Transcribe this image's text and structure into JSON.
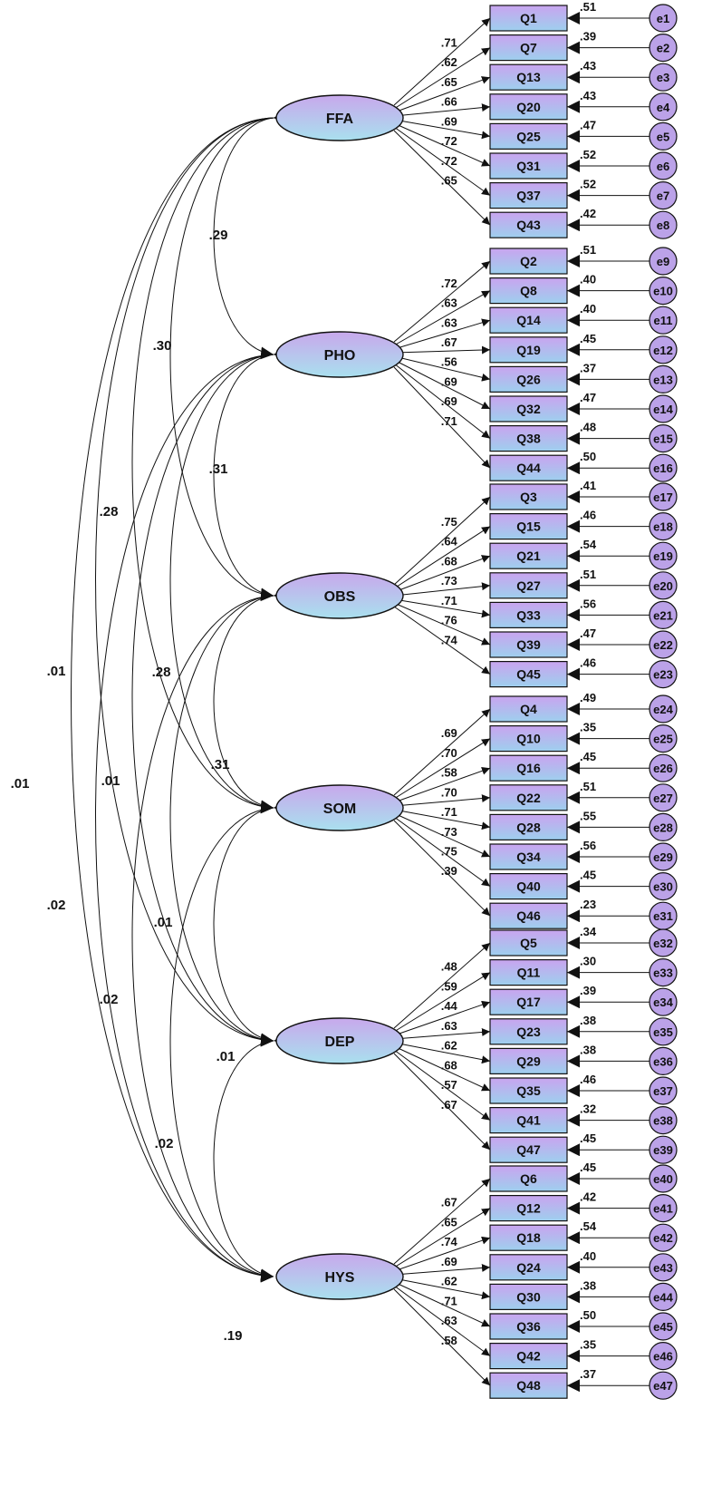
{
  "colors": {
    "ellipse_top": "#c8a8ec",
    "ellipse_bottom": "#a9e0ee",
    "box_top": "#c9a4ef",
    "box_bottom": "#9ecfee",
    "error_fill": "#bba2e8",
    "stroke": "#111111"
  },
  "factors": [
    {
      "name": "FFA",
      "items": [
        {
          "q": "Q1",
          "loading": ".71",
          "err": "e1",
          "r2": ".51"
        },
        {
          "q": "Q7",
          "loading": ".62",
          "err": "e2",
          "r2": ".39"
        },
        {
          "q": "Q13",
          "loading": ".65",
          "err": "e3",
          "r2": ".43"
        },
        {
          "q": "Q20",
          "loading": ".66",
          "err": "e4",
          "r2": ".43"
        },
        {
          "q": "Q25",
          "loading": ".69",
          "err": "e5",
          "r2": ".47"
        },
        {
          "q": "Q31",
          "loading": ".72",
          "err": "e6",
          "r2": ".52"
        },
        {
          "q": "Q37",
          "loading": ".72",
          "err": "e7",
          "r2": ".52"
        },
        {
          "q": "Q43",
          "loading": ".65",
          "err": "e8",
          "r2": ".42"
        }
      ]
    },
    {
      "name": "PHO",
      "items": [
        {
          "q": "Q2",
          "loading": ".72",
          "err": "e9",
          "r2": ".51"
        },
        {
          "q": "Q8",
          "loading": ".63",
          "err": "e10",
          "r2": ".40"
        },
        {
          "q": "Q14",
          "loading": ".63",
          "err": "e11",
          "r2": ".40"
        },
        {
          "q": "Q19",
          "loading": ".67",
          "err": "e12",
          "r2": ".45"
        },
        {
          "q": "Q26",
          "loading": ".56",
          "err": "e13",
          "r2": ".37"
        },
        {
          "q": "Q32",
          "loading": ".69",
          "err": "e14",
          "r2": ".47"
        },
        {
          "q": "Q38",
          "loading": ".69",
          "err": "e15",
          "r2": ".48"
        },
        {
          "q": "Q44",
          "loading": ".71",
          "err": "e16",
          "r2": ".50"
        }
      ]
    },
    {
      "name": "OBS",
      "items": [
        {
          "q": "Q3",
          "loading": ".75",
          "err": "e17",
          "r2": ".41"
        },
        {
          "q": "Q15",
          "loading": ".64",
          "err": "e18",
          "r2": ".46"
        },
        {
          "q": "Q21",
          "loading": ".68",
          "err": "e19",
          "r2": ".54"
        },
        {
          "q": "Q27",
          "loading": ".73",
          "err": "e20",
          "r2": ".51"
        },
        {
          "q": "Q33",
          "loading": ".71",
          "err": "e21",
          "r2": ".56"
        },
        {
          "q": "Q39",
          "loading": ".76",
          "err": "e22",
          "r2": ".47"
        },
        {
          "q": "Q45",
          "loading": ".74",
          "err": "e23",
          "r2": ".46"
        }
      ]
    },
    {
      "name": "SOM",
      "items": [
        {
          "q": "Q4",
          "loading": ".69",
          "err": "e24",
          "r2": ".49"
        },
        {
          "q": "Q10",
          "loading": ".70",
          "err": "e25",
          "r2": ".35"
        },
        {
          "q": "Q16",
          "loading": ".58",
          "err": "e26",
          "r2": ".45"
        },
        {
          "q": "Q22",
          "loading": ".70",
          "err": "e27",
          "r2": ".51"
        },
        {
          "q": "Q28",
          "loading": ".71",
          "err": "e28",
          "r2": ".55"
        },
        {
          "q": "Q34",
          "loading": ".73",
          "err": "e29",
          "r2": ".56"
        },
        {
          "q": "Q40",
          "loading": ".75",
          "err": "e30",
          "r2": ".45"
        },
        {
          "q": "Q46",
          "loading": ".39",
          "err": "e31",
          "r2": ".23"
        }
      ]
    },
    {
      "name": "DEP",
      "items": [
        {
          "q": "Q5",
          "loading": ".48",
          "err": "e32",
          "r2": ".34"
        },
        {
          "q": "Q11",
          "loading": ".59",
          "err": "e33",
          "r2": ".30"
        },
        {
          "q": "Q17",
          "loading": ".44",
          "err": "e34",
          "r2": ".39"
        },
        {
          "q": "Q23",
          "loading": ".63",
          "err": "e35",
          "r2": ".38"
        },
        {
          "q": "Q29",
          "loading": ".62",
          "err": "e36",
          "r2": ".38"
        },
        {
          "q": "Q35",
          "loading": ".68",
          "err": "e37",
          "r2": ".46"
        },
        {
          "q": "Q41",
          "loading": ".57",
          "err": "e38",
          "r2": ".32"
        },
        {
          "q": "Q47",
          "loading": ".67",
          "err": "e39",
          "r2": ".45"
        }
      ]
    },
    {
      "name": "HYS",
      "items": [
        {
          "q": "Q6",
          "loading": ".67",
          "err": "e40",
          "r2": ".45"
        },
        {
          "q": "Q12",
          "loading": ".65",
          "err": "e41",
          "r2": ".42"
        },
        {
          "q": "Q18",
          "loading": ".74",
          "err": "e42",
          "r2": ".54"
        },
        {
          "q": "Q24",
          "loading": ".69",
          "err": "e43",
          "r2": ".40"
        },
        {
          "q": "Q30",
          "loading": ".62",
          "err": "e44",
          "r2": ".38"
        },
        {
          "q": "Q36",
          "loading": ".71",
          "err": "e45",
          "r2": ".50"
        },
        {
          "q": "Q42",
          "loading": ".63",
          "err": "e46",
          "r2": ".35"
        },
        {
          "q": "Q48",
          "loading": ".58",
          "err": "e47",
          "r2": ".37"
        }
      ]
    }
  ],
  "correlations": [
    {
      "from": "FFA",
      "to": "PHO",
      "value": ".29"
    },
    {
      "from": "FFA",
      "to": "OBS",
      "value": ".30"
    },
    {
      "from": "FFA",
      "to": "SOM",
      "value": ".28"
    },
    {
      "from": "FFA",
      "to": "DEP",
      "value": ".01"
    },
    {
      "from": "FFA",
      "to": "HYS",
      "value": ".01"
    },
    {
      "from": "PHO",
      "to": "OBS",
      "value": ".31"
    },
    {
      "from": "PHO",
      "to": "SOM",
      "value": ".28"
    },
    {
      "from": "PHO",
      "to": "DEP",
      "value": ".01"
    },
    {
      "from": "PHO",
      "to": "HYS",
      "value": ".02"
    },
    {
      "from": "OBS",
      "to": "SOM",
      "value": ".31"
    },
    {
      "from": "OBS",
      "to": "DEP",
      "value": ".01"
    },
    {
      "from": "OBS",
      "to": "HYS",
      "value": ".02"
    },
    {
      "from": "SOM",
      "to": "DEP",
      "value": ".01"
    },
    {
      "from": "SOM",
      "to": "HYS",
      "value": ".02"
    },
    {
      "from": "DEP",
      "to": "HYS",
      "value": ".19"
    }
  ]
}
